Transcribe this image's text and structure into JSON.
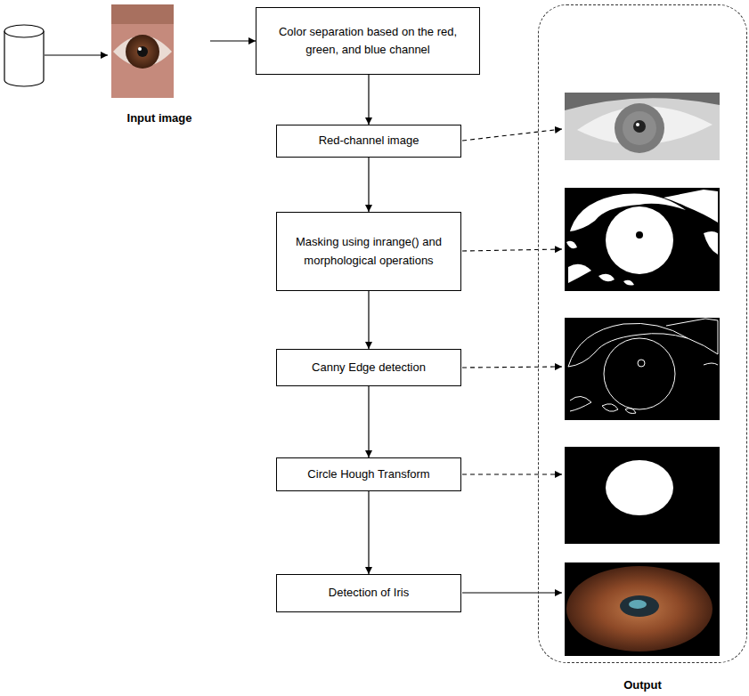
{
  "diagram": {
    "nodes": [
      {
        "text": [
          "Input image"
        ]
      },
      {
        "text": [
          "Color separation based on the red, green, and blue channel"
        ]
      },
      {
        "text": [
          "Red-channel image"
        ]
      },
      {
        "text": [
          "Masking using inrange() and morphological operations"
        ]
      },
      {
        "text": [
          "Canny Edge detection"
        ]
      },
      {
        "text": [
          "Circle Hough Transform"
        ]
      },
      {
        "text": [
          "Detection of Iris"
        ]
      },
      {
        "text": [
          "Output"
        ]
      }
    ],
    "edges": [
      {
        "from": 0,
        "to": 1,
        "arrow": "to"
      },
      {
        "from": 1,
        "to": 2,
        "arrow": "to"
      },
      {
        "from": 2,
        "to": 3,
        "arrow": "to"
      },
      {
        "from": 3,
        "to": 4,
        "arrow": "to"
      },
      {
        "from": 4,
        "to": 5,
        "arrow": "to"
      },
      {
        "from": 5,
        "to": 6,
        "arrow": "to"
      }
    ]
  }
}
